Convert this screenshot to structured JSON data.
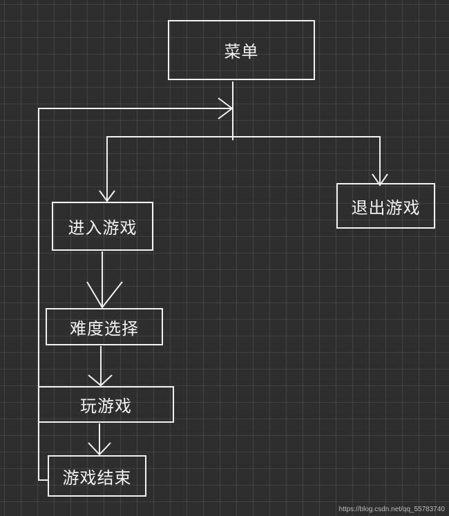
{
  "nodes": {
    "menu": "菜单",
    "exit_game": "退出游戏",
    "enter_game": "进入游戏",
    "difficulty_select": "难度选择",
    "play_game": "玩游戏",
    "game_over": "游戏结束"
  },
  "watermark": "https://blog.csdn.net/qq_55783740",
  "colors": {
    "background": "#2e2e2e",
    "grid": "#444444",
    "stroke": "#f2f2f2"
  }
}
